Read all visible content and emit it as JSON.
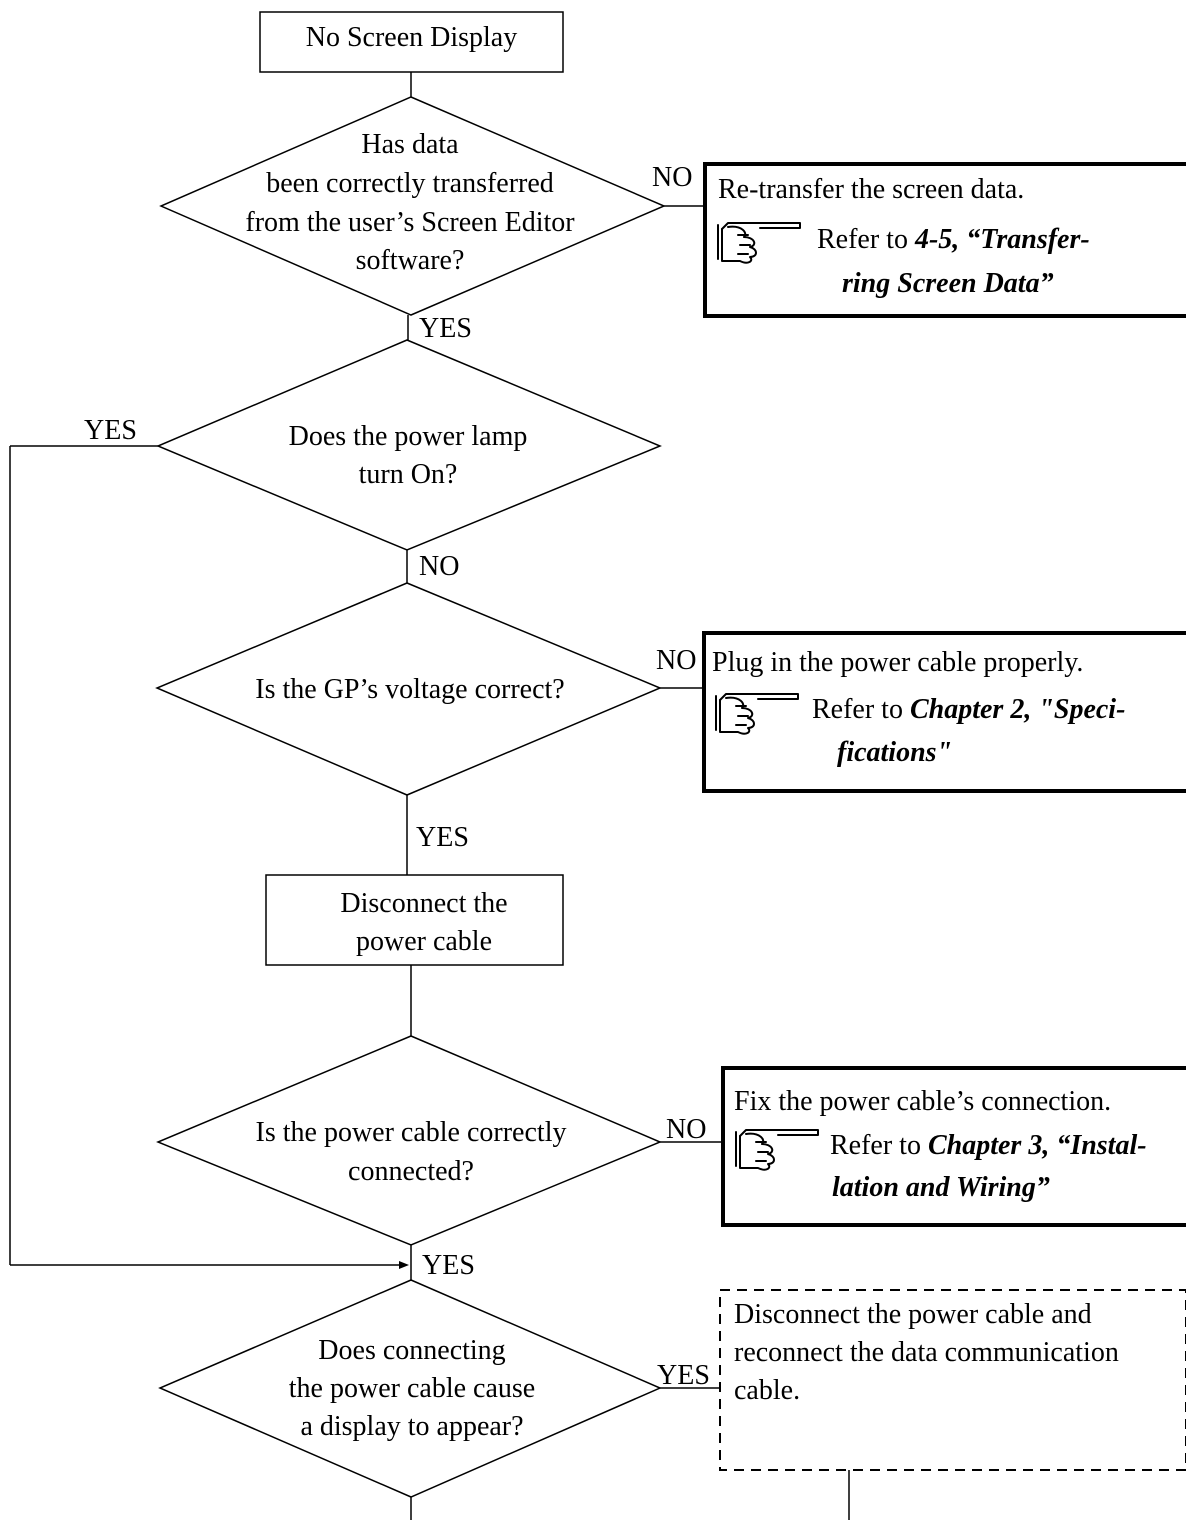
{
  "start": "No Screen Display",
  "q1": {
    "lines": [
      "Has data",
      "been correctly transferred",
      "from the user’s Screen Editor",
      "software?"
    ],
    "no": "NO",
    "yes": "YES"
  },
  "a1": {
    "main": "Re-transfer the screen data.",
    "refer": "Refer to ",
    "ref1": "4-5, “Transfer-",
    "ref2": "ring Screen Data”"
  },
  "q2": {
    "lines": [
      "Does the power lamp",
      "turn On?"
    ],
    "yes": "YES",
    "no": "NO"
  },
  "q3": {
    "text": "Is the GP’s voltage correct?",
    "no": "NO",
    "yes": "YES"
  },
  "a3": {
    "main": "Plug in the power cable properly.",
    "refer": "Refer to ",
    "ref1": "Chapter 2, \"Speci-",
    "ref2": "fications\""
  },
  "p1": {
    "lines": [
      "Disconnect the",
      "power cable"
    ]
  },
  "q4": {
    "lines": [
      "Is the power cable correctly",
      "connected?"
    ],
    "no": "NO",
    "yes": "YES"
  },
  "a4": {
    "main": "Fix the power cable’s connection.",
    "refer": "Refer to ",
    "ref1": "Chapter 3, “Instal-",
    "ref2": "lation and Wiring”"
  },
  "q5": {
    "lines": [
      "Does connecting",
      "the power cable cause",
      "a display to appear?"
    ],
    "yes": "YES"
  },
  "a5": {
    "lines": [
      "Disconnect the power cable and",
      "reconnect the data communication",
      "cable."
    ]
  },
  "icons": {
    "refer_icon": "pointing-hand-icon"
  }
}
